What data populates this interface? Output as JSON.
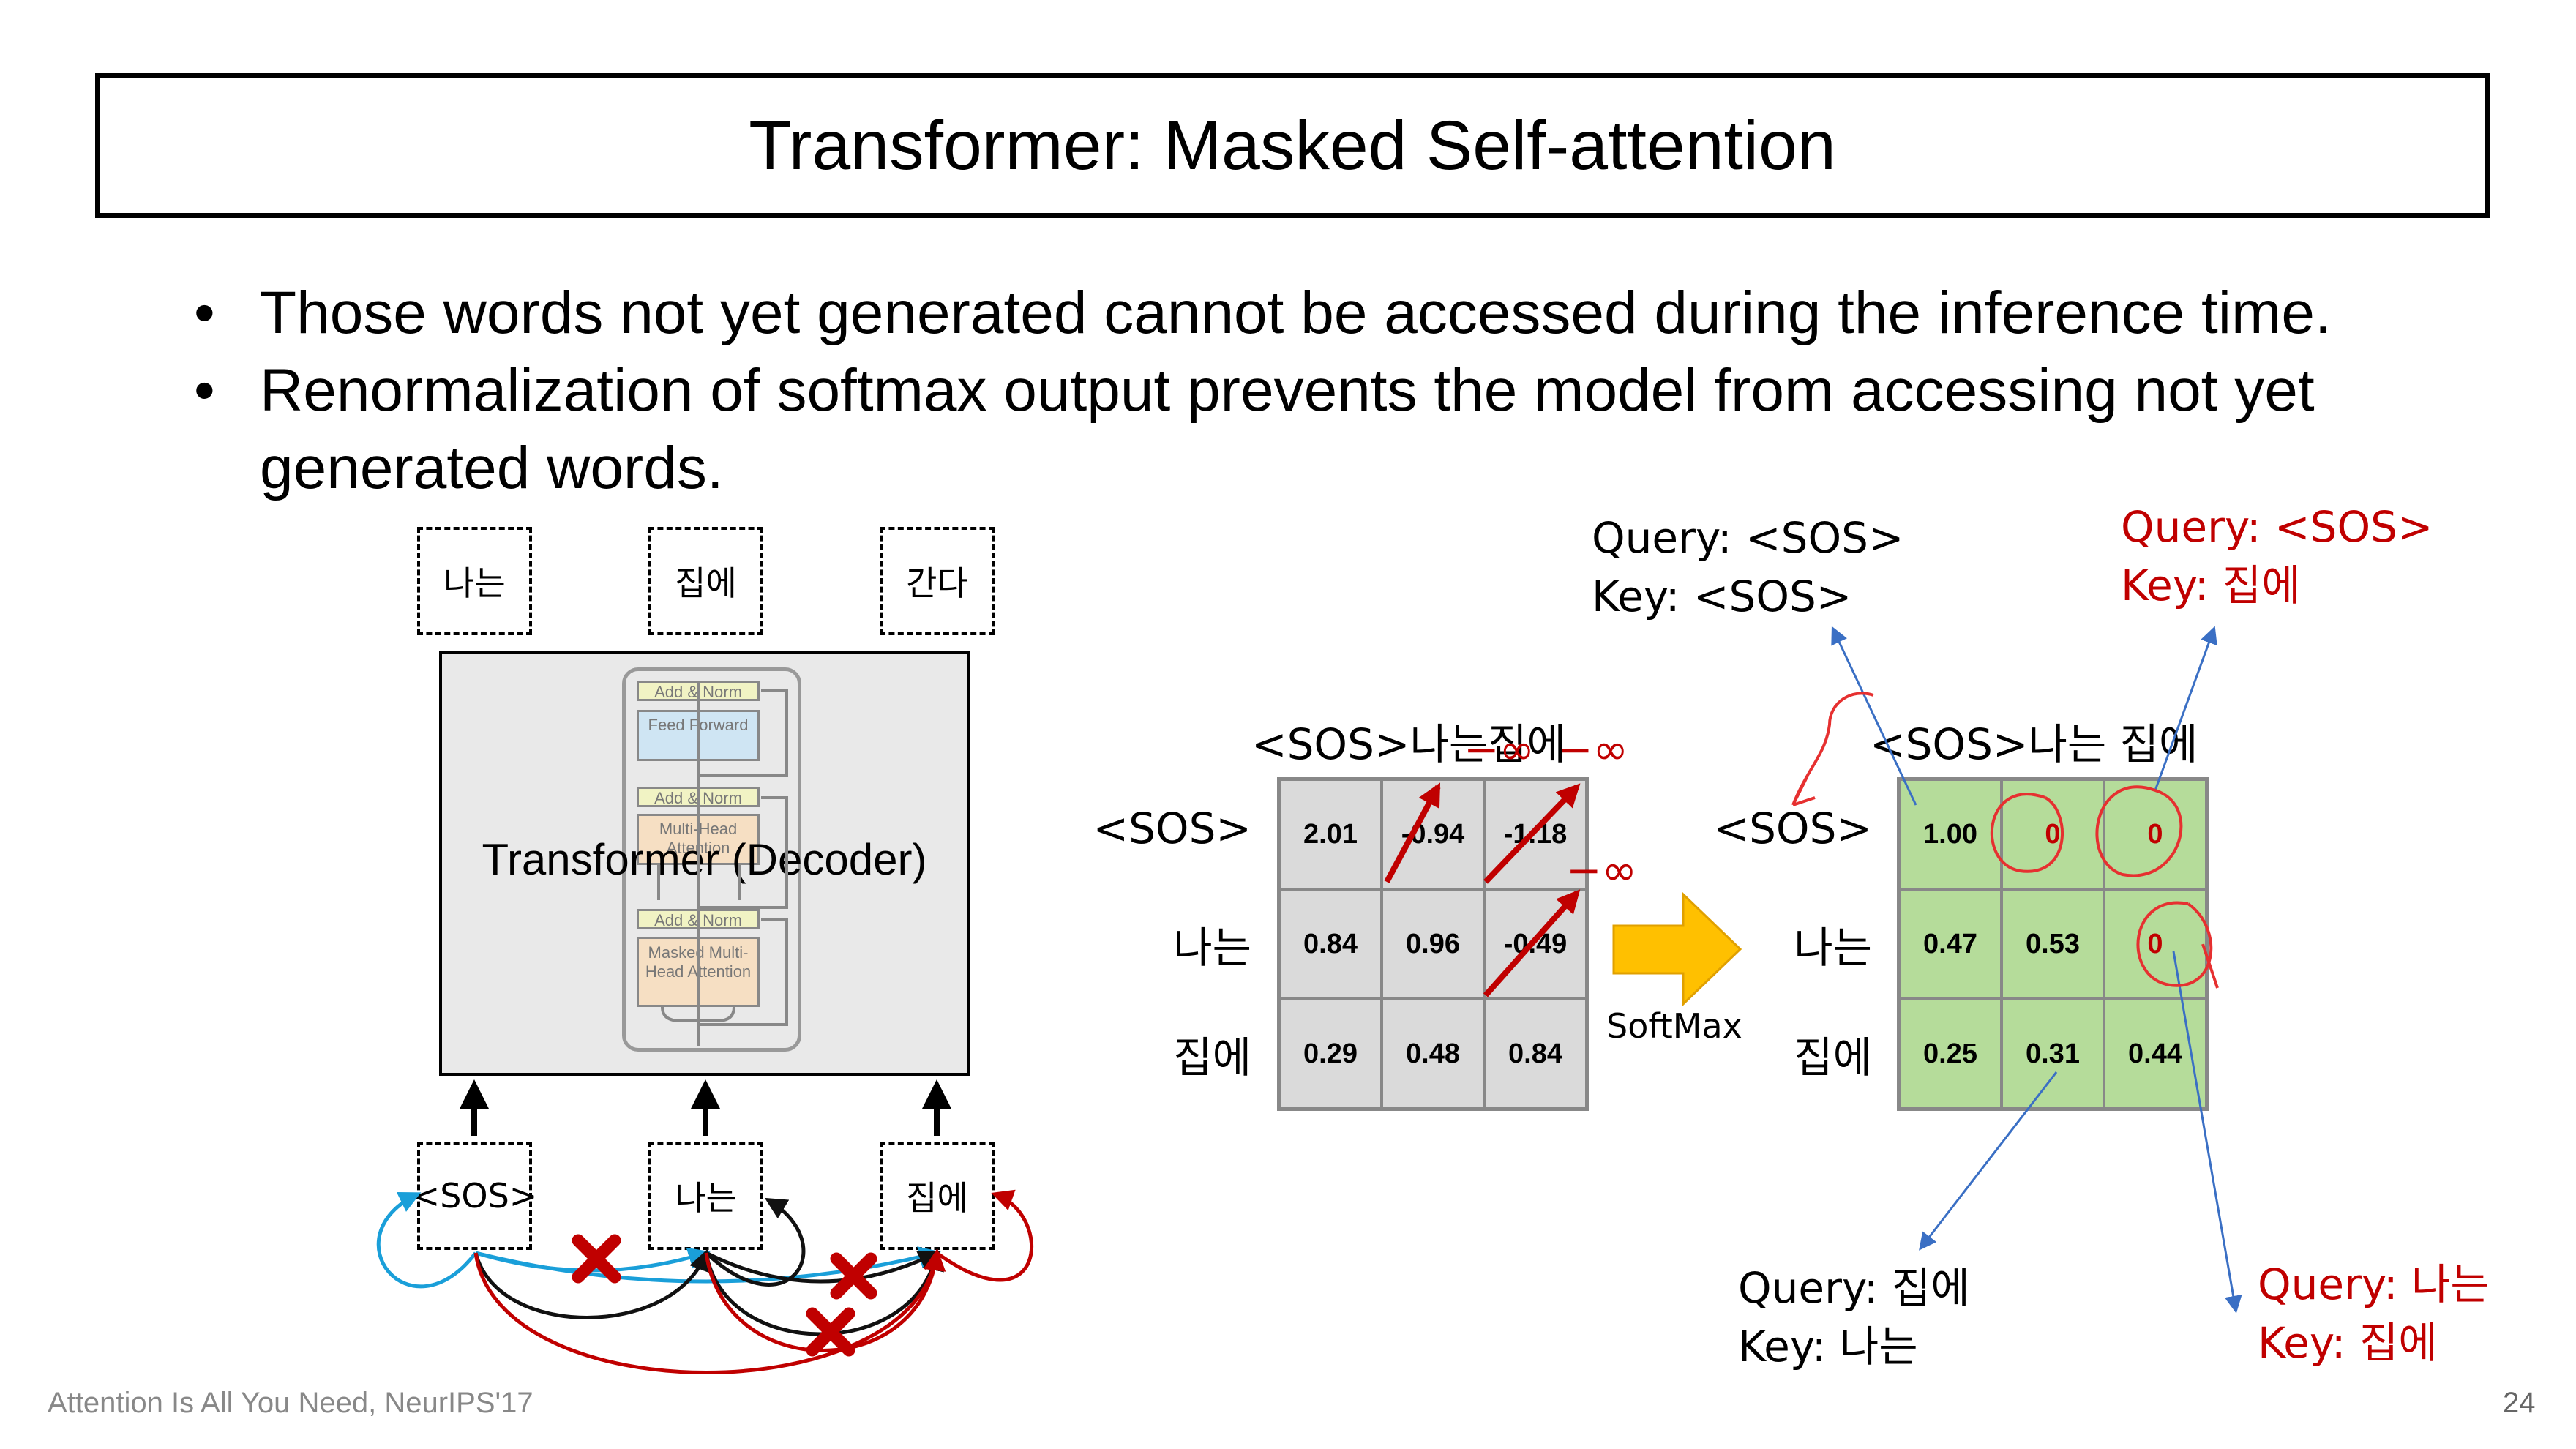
{
  "title": "Transformer: Masked Self-attention",
  "bullets": [
    "Those words not yet generated cannot be accessed during the inference time.",
    "Renormalization of softmax output prevents the model from accessing not yet generated words."
  ],
  "decoder": {
    "outputs": [
      "나는",
      "집에",
      "간다"
    ],
    "inputs": [
      "<SOS>",
      "나는",
      "집에"
    ],
    "label": "Transformer (Decoder)",
    "blocks": {
      "add_norm": "Add & Norm",
      "feed_forward": "Feed Forward",
      "multi_head": "Multi-Head Attention",
      "masked_multi_head": "Masked Multi-Head Attention"
    }
  },
  "scores_matrix": {
    "col_header": "<SOS>나는집에",
    "row_labels": [
      "<SOS>",
      "나는",
      "집에"
    ],
    "rows": [
      [
        "2.01",
        "-0.94",
        "-1.18"
      ],
      [
        "0.84",
        "0.96",
        "-0.49"
      ],
      [
        "0.29",
        "0.48",
        "0.84"
      ]
    ],
    "mask_label": "−∞"
  },
  "softmax_label": "SoftMax",
  "softmax_matrix": {
    "col_header": "<SOS>나는 집에",
    "row_labels": [
      "<SOS>",
      "나는",
      "집에"
    ],
    "rows": [
      [
        "1.00",
        "0",
        "0"
      ],
      [
        "0.47",
        "0.53",
        "0"
      ],
      [
        "0.25",
        "0.31",
        "0.44"
      ]
    ]
  },
  "callouts": {
    "sos_sos": {
      "query": "Query: <SOS>",
      "key": "Key: <SOS>"
    },
    "sos_jibe": {
      "query": "Query: <SOS>",
      "key": "Key: 집에"
    },
    "jibe_naneun": {
      "query": "Query: 집에",
      "key": "Key: 나는"
    },
    "naneun_jibe": {
      "query": "Query: 나는",
      "key": "Key: 집에"
    }
  },
  "footer": "Attention Is All You Need, NeurIPS'17",
  "page_number": "24",
  "colors": {
    "mask_red": "#c00000",
    "arrow_blue": "#1a9fd9",
    "cell_green": "#b5dc9a",
    "cell_gray": "#dadada",
    "arrow_yellow": "#ffc000"
  }
}
